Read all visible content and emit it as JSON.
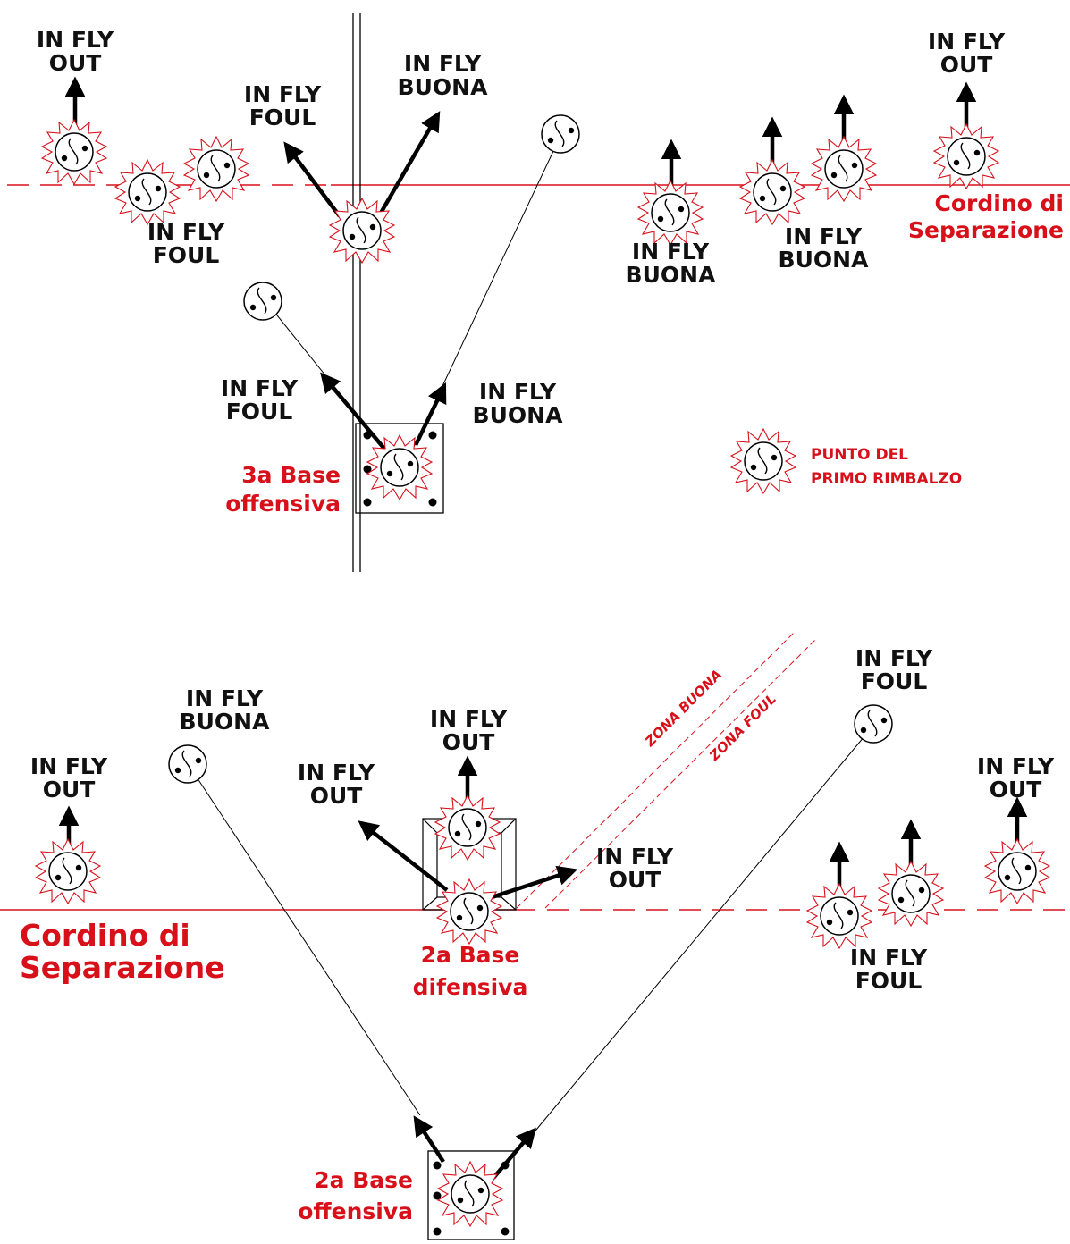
{
  "labels": {
    "in_fly_out": [
      "IN FLY",
      "OUT"
    ],
    "in_fly_foul": [
      "IN FLY",
      "FOUL"
    ],
    "in_fly_buona": [
      "IN FLY",
      "BUONA"
    ],
    "cordino": [
      "Cordino di",
      "Separazione"
    ],
    "base3_off": [
      "3a Base",
      "offensiva"
    ],
    "base2_dif": [
      "2a Base",
      "difensiva"
    ],
    "base2_off": [
      "2a Base",
      "offensiva"
    ],
    "zona_buona": "ZONA BUONA",
    "zona_foul": "ZONA FOUL"
  },
  "legend": {
    "icon": "ball-bounce-icon",
    "lines": [
      "PUNTO DEL",
      "PRIMO RIMBALZO"
    ]
  },
  "colors": {
    "line_red": "#d8101a",
    "text_black": "#111111",
    "ball_outline": "#000000",
    "bounce_burst": "#d8101a"
  }
}
